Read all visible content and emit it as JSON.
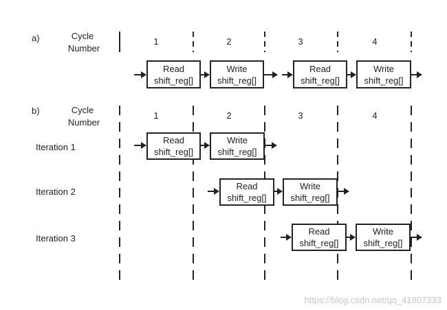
{
  "part_a": {
    "label": "a)",
    "header_line1": "Cycle",
    "header_line2": "Number",
    "cycles": [
      "1",
      "2",
      "3",
      "4"
    ],
    "ops": [
      {
        "line1": "Read",
        "line2": "shift_reg[]"
      },
      {
        "line1": "Write",
        "line2": "shift_reg[]"
      },
      {
        "line1": "Read",
        "line2": "shift_reg[]"
      },
      {
        "line1": "Write",
        "line2": "shift_reg[]"
      }
    ]
  },
  "part_b": {
    "label": "b)",
    "header_line1": "Cycle",
    "header_line2": "Number",
    "cycles": [
      "1",
      "2",
      "3",
      "4"
    ],
    "iterations": [
      {
        "label": "Iteration 1",
        "ops": [
          {
            "line1": "Read",
            "line2": "shift_reg[]"
          },
          {
            "line1": "Write",
            "line2": "shift_reg[]"
          }
        ]
      },
      {
        "label": "Iteration 2",
        "ops": [
          {
            "line1": "Read",
            "line2": "shift_reg[]"
          },
          {
            "line1": "Write",
            "line2": "shift_reg[]"
          }
        ]
      },
      {
        "label": "Iteration 3",
        "ops": [
          {
            "line1": "Read",
            "line2": "shift_reg[]"
          },
          {
            "line1": "Write",
            "line2": "shift_reg[]"
          }
        ]
      }
    ]
  },
  "watermark": "https://blog.csdn.net/qq_41907333",
  "colors": {
    "line": "#222222",
    "watermark": "#c8c8c8"
  }
}
